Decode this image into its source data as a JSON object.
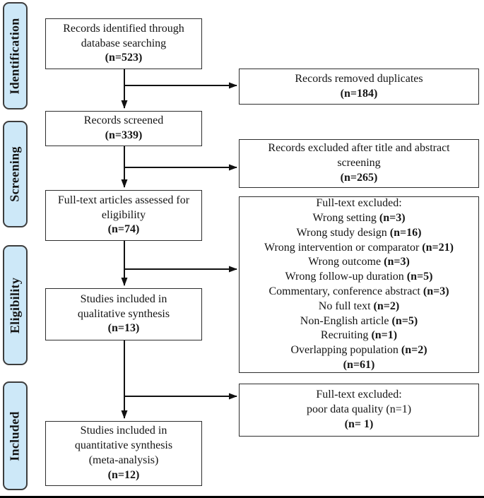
{
  "stages": [
    {
      "label": "Identification"
    },
    {
      "label": "Screening"
    },
    {
      "label": "Eligibility"
    },
    {
      "label": "Included"
    }
  ],
  "flow_boxes": [
    {
      "id": "records-identified",
      "lines": [
        {
          "segments": [
            {
              "text": "Records identified through",
              "bold": false
            }
          ]
        },
        {
          "segments": [
            {
              "text": "database searching",
              "bold": false
            }
          ]
        },
        {
          "segments": [
            {
              "text": "(n=523)",
              "bold": true
            }
          ]
        }
      ]
    },
    {
      "id": "records-screened",
      "lines": [
        {
          "segments": [
            {
              "text": "Records screened",
              "bold": false
            }
          ]
        },
        {
          "segments": [
            {
              "text": "(n=339)",
              "bold": true
            }
          ]
        }
      ]
    },
    {
      "id": "fulltext-assessed",
      "lines": [
        {
          "segments": [
            {
              "text": "Full-text articles assessed for",
              "bold": false
            }
          ]
        },
        {
          "segments": [
            {
              "text": "eligibility",
              "bold": false
            }
          ]
        },
        {
          "segments": [
            {
              "text": "(n=74)",
              "bold": true
            }
          ]
        }
      ]
    },
    {
      "id": "qualitative-synthesis",
      "lines": [
        {
          "segments": [
            {
              "text": "Studies included in",
              "bold": false
            }
          ]
        },
        {
          "segments": [
            {
              "text": "qualitative synthesis",
              "bold": false
            }
          ]
        },
        {
          "segments": [
            {
              "text": "(n=13)",
              "bold": true
            }
          ]
        }
      ]
    },
    {
      "id": "quantitative-synthesis",
      "lines": [
        {
          "segments": [
            {
              "text": "Studies included in",
              "bold": false
            }
          ]
        },
        {
          "segments": [
            {
              "text": "quantitative synthesis",
              "bold": false
            }
          ]
        },
        {
          "segments": [
            {
              "text": "(meta-analysis)",
              "bold": false
            }
          ]
        },
        {
          "segments": [
            {
              "text": "(n=12)",
              "bold": true
            }
          ]
        }
      ]
    }
  ],
  "exclusion_boxes": [
    {
      "id": "duplicates-removed",
      "lines": [
        {
          "segments": [
            {
              "text": "Records removed duplicates",
              "bold": false
            }
          ]
        },
        {
          "segments": [
            {
              "text": "(n=184)",
              "bold": true
            }
          ]
        }
      ]
    },
    {
      "id": "excluded-title-abstract",
      "lines": [
        {
          "segments": [
            {
              "text": "Records excluded after title and abstract",
              "bold": false
            }
          ]
        },
        {
          "segments": [
            {
              "text": "screening",
              "bold": false
            }
          ]
        },
        {
          "segments": [
            {
              "text": "(n=265)",
              "bold": true
            }
          ]
        }
      ]
    },
    {
      "id": "fulltext-excluded-reasons",
      "lines": [
        {
          "segments": [
            {
              "text": "Full-text excluded:",
              "bold": false
            }
          ]
        },
        {
          "segments": [
            {
              "text": "Wrong setting ",
              "bold": false
            },
            {
              "text": "(n=3)",
              "bold": true
            }
          ]
        },
        {
          "segments": [
            {
              "text": "Wrong study design ",
              "bold": false
            },
            {
              "text": "(n=16)",
              "bold": true
            }
          ]
        },
        {
          "segments": [
            {
              "text": "Wrong intervention or comparator ",
              "bold": false
            },
            {
              "text": "(n=21)",
              "bold": true
            }
          ]
        },
        {
          "segments": [
            {
              "text": "Wrong outcome ",
              "bold": false
            },
            {
              "text": "(n=3)",
              "bold": true
            }
          ]
        },
        {
          "segments": [
            {
              "text": "Wrong follow-up duration ",
              "bold": false
            },
            {
              "text": "(n=5)",
              "bold": true
            }
          ]
        },
        {
          "segments": [
            {
              "text": "Commentary, conference abstract ",
              "bold": false
            },
            {
              "text": "(n=3)",
              "bold": true
            }
          ]
        },
        {
          "segments": [
            {
              "text": "No full text ",
              "bold": false
            },
            {
              "text": "(n=2)",
              "bold": true
            }
          ]
        },
        {
          "segments": [
            {
              "text": "Non-English article ",
              "bold": false
            },
            {
              "text": "(n=5)",
              "bold": true
            }
          ]
        },
        {
          "segments": [
            {
              "text": "Recruiting ",
              "bold": false
            },
            {
              "text": "(n=1)",
              "bold": true
            }
          ]
        },
        {
          "segments": [
            {
              "text": "Overlapping population ",
              "bold": false
            },
            {
              "text": "(n=2)",
              "bold": true
            }
          ]
        },
        {
          "segments": [
            {
              "text": "(n=61)",
              "bold": true
            }
          ]
        }
      ]
    },
    {
      "id": "fulltext-excluded-quality",
      "lines": [
        {
          "segments": [
            {
              "text": "Full-text excluded:",
              "bold": false
            }
          ]
        },
        {
          "segments": [
            {
              "text": "poor data quality (n=1)",
              "bold": false
            }
          ]
        },
        {
          "segments": [
            {
              "text": "(n= 1)",
              "bold": true
            }
          ]
        }
      ]
    }
  ],
  "colors": {
    "stage_fill": "#cde8f8",
    "stage_border": "#3d3d3d",
    "box_border": "#2d2d2d",
    "arrow": "#111111",
    "background": "#ffffff"
  }
}
